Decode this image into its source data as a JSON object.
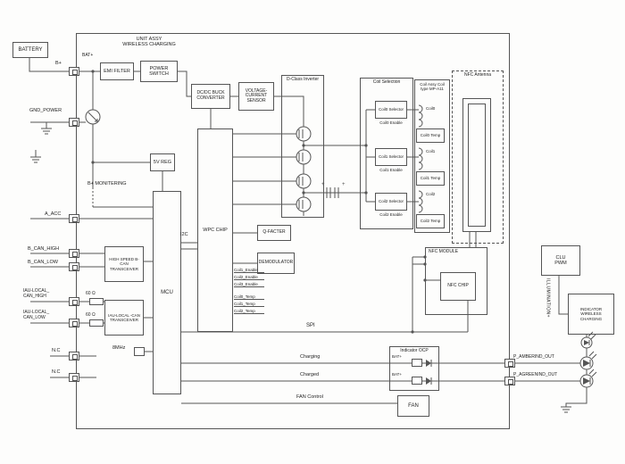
{
  "colors": {
    "line": "#555555",
    "text": "#222222",
    "bg": "#fdfdfc"
  },
  "title": "UNIT ASSY\nWIRELESS CHARGING",
  "battery": "BATTERY",
  "pins": {
    "b_plus": "B+",
    "bat_plus": "BAT+",
    "gnd_power": "GND_POWER",
    "a_acc": "A_ACC",
    "b_can_high": "B_CAN_HIGH",
    "b_can_low": "B_CAN_LOW",
    "iau_can_high": "IAU-LOCAL_\nCAN_HIGH",
    "iau_can_low": "IAU-LOCAL_\nCAN_LOW",
    "nc_1": "N.C",
    "nc_2": "N.C",
    "p_amber_out": "P_AMBERIND_OUT",
    "p_green_out": "P_AGREENIND_OUT"
  },
  "blocks": {
    "emi": "EMI FILTER",
    "power_switch": "POWER SWITCH",
    "dcdc": "DC/DC BUCK CONVERTER",
    "vsensor": "VOLTAGE-CURRENT SENSOR",
    "dclass": "D-Class Inverter",
    "coil_selection": "Coil Selection",
    "coil_assy": "Coil Assy Coil type MP-A11",
    "nfc_antenna": "NFC Antenna",
    "reg5v": "5V REG",
    "wpc": "WPC CHIP",
    "mcu": "MCU",
    "qfacter": "Q-FACTER",
    "demod": "DEMODULATOR",
    "bcan": "HIGH SPEED B-CAN TRANSCEIVER",
    "iaucan": "IAU-LOCAL -CAN TRANSCEIVER",
    "nfc_module": "NFC MODULE",
    "nfc_chip": "NFC CHIP",
    "ocp": "Indicator OCP",
    "fan": "FAN",
    "clu": "CLU\nPWM",
    "indicator": "INDICATOR WIRELESS CHARGING"
  },
  "coil_selection": {
    "selectors": [
      "Coil0 Selector",
      "Coil1 Selector",
      "Coil2 Selector"
    ],
    "enables": [
      "Coil0 Enable",
      "Coil1 Enable",
      "Coil2 Enable"
    ]
  },
  "coil_assy": {
    "coils": [
      "Coil0",
      "Coil1",
      "Coil2"
    ],
    "temps": [
      "Coil0 Temp",
      "Coil1 Temp",
      "Coil2 Temp"
    ]
  },
  "signals": {
    "b_monitoring": "B+ MONITERING",
    "i2c": "I2C",
    "spi": "SPI",
    "charging": "Charging",
    "charged": "Charged",
    "fan_control": "FAN Control",
    "illumination": "ILLUMINATION+",
    "enable_nets": [
      "Coil1_Enable",
      "Coil2_Enable",
      "Coil3_Enable"
    ],
    "temp_nets": [
      "Coil0_Temp",
      "Coil1_Temp",
      "Coil2_Temp"
    ],
    "bat_1": "BAT+",
    "bat_2": "BAT+",
    "r60_1": "60 Ω",
    "r60_2": "60 Ω",
    "xtal": "8MHz",
    "plus": "+"
  }
}
